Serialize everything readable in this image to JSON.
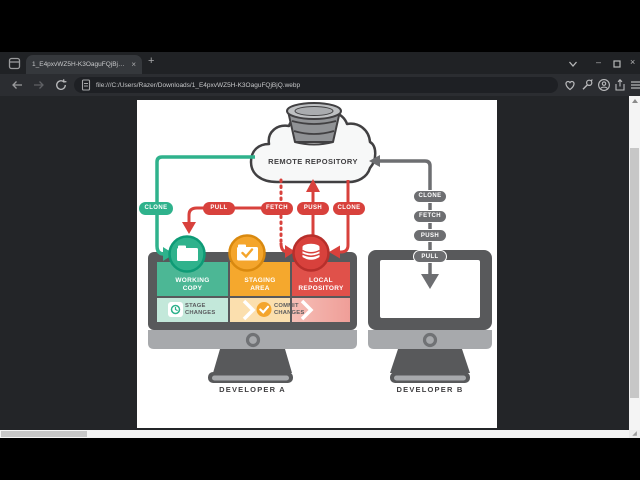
{
  "window": {
    "tab_title": "1_E4pxvWZ5H-K3OaguFQjBjQ.webp",
    "url": "file:///C:/Users/Razer/Downloads/1_E4pxvWZ5H-K3OaguFQjBjQ.webp",
    "glyphs": {
      "close_tab": "×",
      "new_tab": "+",
      "minimize": "–",
      "close_window": "×",
      "resize_corner": "◢"
    }
  },
  "figure": {
    "remote_repository_label": "REMOTE REPOSITORY",
    "pills": {
      "clone_green": "CLONE",
      "pull_red": "PULL",
      "fetch_red": "FETCH",
      "push_red": "PUSH",
      "clone_red": "CLONE",
      "clone_gray": "CLONE",
      "fetch_gray": "FETCH",
      "push_gray": "PUSH",
      "pull_gray": "PULL"
    },
    "working_copy": {
      "line1": "WORKING",
      "line2": "COPY"
    },
    "staging_area": {
      "line1": "STAGING",
      "line2": "AREA"
    },
    "local_repository": {
      "line1": "LOCAL",
      "line2": "REPOSITORY"
    },
    "stage_changes": {
      "line1": "STAGE",
      "line2": "CHANGES"
    },
    "commit_changes": {
      "line1": "COMMIT",
      "line2": "CHANGES"
    },
    "developer_a": "DEVELOPER A",
    "developer_b": "DEVELOPER B",
    "colors": {
      "green": "#2fb28c",
      "red": "#d8413c",
      "orange": "#f4a52c",
      "gray_pill": "#6d6e71",
      "dark_gray": "#58595b",
      "outline": "#414042",
      "bezel": "#a7a9ac"
    }
  }
}
